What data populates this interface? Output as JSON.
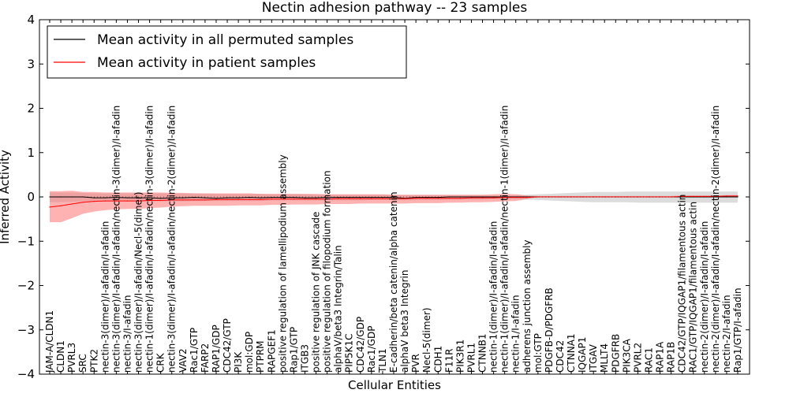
{
  "chart_data": {
    "type": "line",
    "title": "Nectin adhesion pathway -- 23 samples",
    "xlabel": "Cellular Entities",
    "ylabel": "Inferred Activity",
    "ylim": [
      -4,
      4
    ],
    "yticks": [
      -4,
      -3,
      -2,
      -1,
      0,
      1,
      2,
      3,
      4
    ],
    "grid": false,
    "legend_position": "top-left",
    "colors": {
      "permuted_line": "#000000",
      "permuted_band": "#bfbfbf",
      "patient_line": "#ff0000",
      "patient_band": "#ff6666"
    },
    "categories": [
      "JAM-A/CLDN1",
      "CLDN1",
      "PVRL3",
      "SRC",
      "PTK2",
      "nectin-3(dimer)/I-afadin/I-afadin",
      "nectin-3(dimer)/I-afadin/I-afadin/nectin-3(dimer)/I-afadin",
      "nectin-3/I-afadin",
      "nectin-3(dimer)/I-afadin/Necl-5(dimer)",
      "nectin-1(dimer)/I-afadin/I-afadin/nectin-3(dimer)/I-afadin",
      "CRK",
      "nectin-3(dimer)/I-afadin/I-afadin/nectin-2(dimer)/I-afadin",
      "VAV2",
      "Rac1/GTP",
      "FARP2",
      "RAP1/GDP",
      "CDC42/GTP",
      "PI3K",
      "mol:GDP",
      "PTPRM",
      "RAPGEF1",
      "positive regulation of lamellipodium assembly",
      "Rap1/GTP",
      "ITGB3",
      "positive regulation of JNK cascade",
      "positive regulation of filopodium formation",
      "alphaV/beta3 Integrin/Talin",
      "PIP5K1C",
      "CDC42/GDP",
      "Rac1/GDP",
      "TLN1",
      "E-cadherin/beta catenin/alpha catenin",
      "alphaV beta3 Integrin",
      "PVR",
      "Necl-5(dimer)",
      "CDH1",
      "F11R",
      "PIK3R1",
      "PVRL1",
      "CTNNB1",
      "nectin-1(dimer)/I-afadin/I-afadin",
      "nectin-1(dimer)/I-afadin/I-afadin/nectin-1(dimer)/I-afadin",
      "nectin-1/I-afadin",
      "adherens junction assembly",
      "mol:GTP",
      "PDGFB-D/PDGFRB",
      "CDC42",
      "CTNNA1",
      "IQGAP1",
      "ITGAV",
      "MLLT4",
      "PDGFRB",
      "PIK3CA",
      "PVRL2",
      "RAC1",
      "RAP1A",
      "RAP1B",
      "CDC42/GTP/IQGAP1/filamentous actin",
      "RAC1/GTP/IQGAP1/filamentous actin",
      "nectin-2(dimer)/I-afadin/I-afadin",
      "nectin-2(dimer)/I-afadin/I-afadin/nectin-2(dimer)/I-afadin",
      "nectin-2/I-afadin",
      "Rap1/GTP/I-afadin"
    ],
    "series": [
      {
        "name": "Mean activity in all permuted samples",
        "values": [
          0.0,
          0.0,
          0.0,
          0.0,
          -0.02,
          -0.02,
          -0.01,
          -0.02,
          -0.02,
          -0.02,
          -0.03,
          -0.02,
          -0.02,
          -0.01,
          -0.02,
          -0.03,
          -0.02,
          -0.02,
          -0.01,
          -0.02,
          -0.01,
          -0.01,
          -0.01,
          -0.02,
          -0.02,
          -0.01,
          -0.01,
          -0.01,
          -0.01,
          -0.01,
          -0.01,
          -0.01,
          -0.03,
          -0.01,
          -0.01,
          -0.01,
          0.0,
          0.0,
          0.0,
          0.0,
          0.0,
          0.0,
          0.0,
          0.0,
          0.0,
          0.0,
          0.0,
          0.0,
          0.0,
          0.0,
          0.0,
          0.0,
          0.0,
          0.0,
          0.0,
          0.0,
          0.0,
          0.0,
          0.0,
          0.0,
          0.0,
          0.0,
          0.0
        ],
        "lower": [
          -0.12,
          -0.12,
          -0.11,
          -0.1,
          -0.1,
          -0.1,
          -0.1,
          -0.1,
          -0.1,
          -0.1,
          -0.1,
          -0.1,
          -0.1,
          -0.09,
          -0.09,
          -0.09,
          -0.09,
          -0.09,
          -0.09,
          -0.09,
          -0.08,
          -0.08,
          -0.08,
          -0.08,
          -0.08,
          -0.08,
          -0.08,
          -0.08,
          -0.08,
          -0.07,
          -0.07,
          -0.07,
          -0.08,
          -0.07,
          -0.07,
          -0.07,
          -0.06,
          -0.06,
          -0.06,
          -0.06,
          -0.05,
          -0.05,
          -0.05,
          -0.06,
          -0.07,
          -0.08,
          -0.09,
          -0.1,
          -0.11,
          -0.12,
          -0.12,
          -0.12,
          -0.12,
          -0.13,
          -0.13,
          -0.13,
          -0.13,
          -0.13,
          -0.13,
          -0.13,
          -0.13,
          -0.13,
          -0.13
        ],
        "upper": [
          0.1,
          0.1,
          0.1,
          0.09,
          0.08,
          0.08,
          0.08,
          0.08,
          0.08,
          0.08,
          0.08,
          0.08,
          0.08,
          0.08,
          0.08,
          0.07,
          0.07,
          0.07,
          0.07,
          0.07,
          0.06,
          0.06,
          0.06,
          0.06,
          0.05,
          0.05,
          0.05,
          0.05,
          0.05,
          0.05,
          0.05,
          0.05,
          0.04,
          0.04,
          0.04,
          0.04,
          0.04,
          0.04,
          0.04,
          0.04,
          0.03,
          0.03,
          0.04,
          0.05,
          0.06,
          0.07,
          0.08,
          0.09,
          0.1,
          0.11,
          0.11,
          0.11,
          0.12,
          0.12,
          0.12,
          0.12,
          0.12,
          0.12,
          0.12,
          0.12,
          0.12,
          0.12,
          0.12
        ]
      },
      {
        "name": "Mean activity in patient samples",
        "values": [
          -0.23,
          -0.2,
          -0.16,
          -0.12,
          -0.1,
          -0.09,
          -0.09,
          -0.09,
          -0.09,
          -0.08,
          -0.08,
          -0.07,
          -0.07,
          -0.07,
          -0.07,
          -0.06,
          -0.06,
          -0.06,
          -0.06,
          -0.06,
          -0.05,
          -0.05,
          -0.05,
          -0.05,
          -0.05,
          -0.05,
          -0.04,
          -0.04,
          -0.04,
          -0.04,
          -0.04,
          -0.04,
          -0.04,
          -0.03,
          -0.03,
          -0.03,
          -0.03,
          -0.03,
          -0.02,
          -0.02,
          -0.02,
          -0.01,
          -0.01,
          -0.01,
          0.0,
          0.0,
          0.0,
          0.0,
          0.0,
          0.0,
          0.0,
          0.0,
          0.0,
          0.0,
          0.0,
          0.0,
          0.0,
          0.01,
          0.01,
          0.01,
          0.01,
          0.02,
          0.02
        ],
        "lower": [
          -0.57,
          -0.57,
          -0.48,
          -0.38,
          -0.33,
          -0.3,
          -0.28,
          -0.27,
          -0.27,
          -0.25,
          -0.24,
          -0.22,
          -0.21,
          -0.2,
          -0.2,
          -0.2,
          -0.2,
          -0.19,
          -0.19,
          -0.19,
          -0.18,
          -0.18,
          -0.17,
          -0.17,
          -0.17,
          -0.16,
          -0.16,
          -0.16,
          -0.15,
          -0.15,
          -0.15,
          -0.15,
          -0.15,
          -0.14,
          -0.14,
          -0.14,
          -0.13,
          -0.13,
          -0.12,
          -0.12,
          -0.11,
          -0.1,
          -0.09,
          -0.05,
          0.0,
          0.0,
          0.0,
          0.0,
          0.0,
          0.0,
          0.0,
          0.0,
          0.0,
          0.0,
          0.0,
          0.0,
          0.0,
          0.0,
          0.0,
          0.0,
          0.0,
          0.0,
          0.0
        ],
        "upper": [
          0.13,
          0.13,
          0.14,
          0.11,
          0.11,
          0.1,
          0.1,
          0.1,
          0.1,
          0.1,
          0.1,
          0.09,
          0.09,
          0.08,
          0.08,
          0.08,
          0.08,
          0.08,
          0.08,
          0.07,
          0.07,
          0.07,
          0.07,
          0.07,
          0.07,
          0.06,
          0.06,
          0.06,
          0.06,
          0.06,
          0.06,
          0.05,
          0.05,
          0.05,
          0.05,
          0.05,
          0.05,
          0.05,
          0.05,
          0.05,
          0.06,
          0.07,
          0.06,
          0.03,
          0.02,
          0.02,
          0.02,
          0.02,
          0.02,
          0.02,
          0.02,
          0.02,
          0.02,
          0.02,
          0.02,
          0.02,
          0.02,
          0.03,
          0.03,
          0.03,
          0.03,
          0.04,
          0.04
        ]
      }
    ]
  }
}
